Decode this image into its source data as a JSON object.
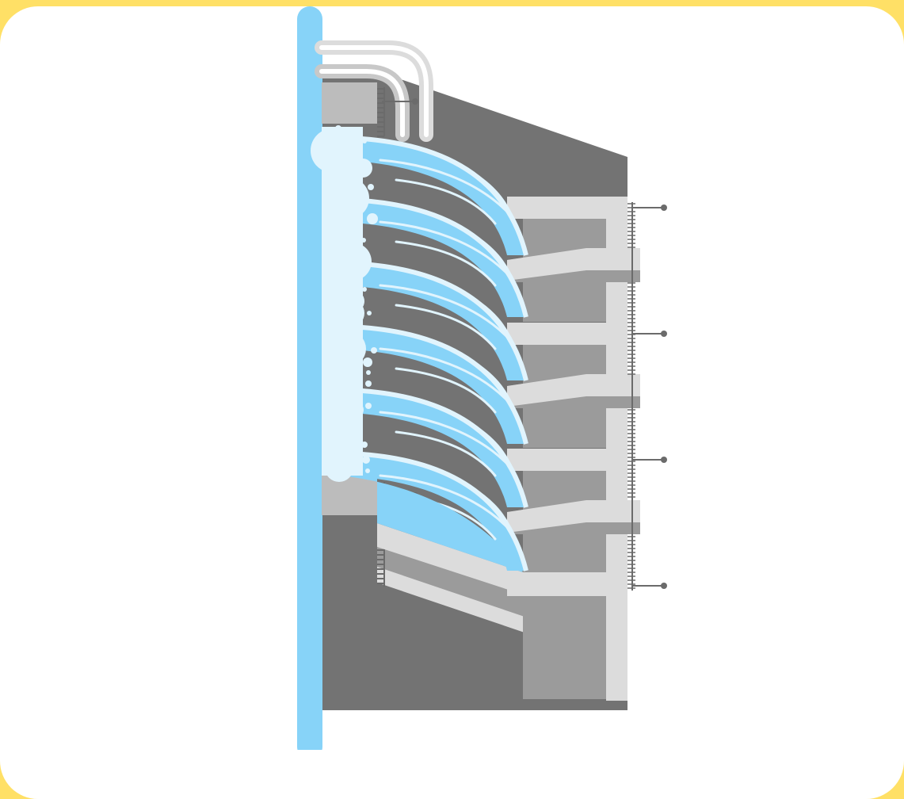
{
  "diagram": {
    "type": "cross-section",
    "labels": []
  },
  "colors": {
    "frame": "#ffe066",
    "card": "#ffffff",
    "wall": "#87d3f8",
    "water": "#87d3f8",
    "water_light": "#e1f4fd",
    "foam": "#e1f4fd",
    "body_dark": "#737373",
    "body_mid": "#9b9b9b",
    "body_light": "#dcdcdc",
    "pipe_outer": "#dcdcdc",
    "pipe_inner": "#ffffff",
    "block": "#bcbcbc",
    "scale": "#6b6b6b"
  },
  "tiers": 4,
  "gauges": 4,
  "icons": [
    "pipe-icon",
    "gauge-icon",
    "foam-bubble-icon"
  ]
}
